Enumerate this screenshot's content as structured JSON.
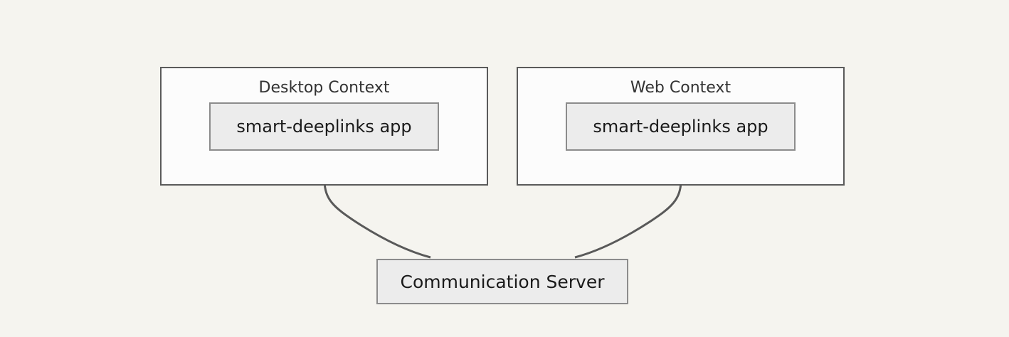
{
  "diagram": {
    "background_color": "#f5f4ef",
    "groups": [
      {
        "id": "desktop",
        "title": "Desktop Context",
        "node_label": "smart-deeplinks app"
      },
      {
        "id": "web",
        "title": "Web Context",
        "node_label": "smart-deeplinks app"
      }
    ],
    "server": {
      "label": "Communication Server"
    },
    "edges": [
      {
        "id": "desktop-to-server",
        "from": "desktop-app",
        "to": "communication-server",
        "style": "curved",
        "color": "#595959"
      },
      {
        "id": "web-to-server",
        "from": "web-app",
        "to": "communication-server",
        "style": "curved",
        "color": "#595959"
      }
    ],
    "colors": {
      "group_border": "#5a5a5a",
      "group_fill": "#fcfcfc",
      "node_border": "#8c8c8c",
      "node_fill": "#ececec",
      "title_text": "#333333",
      "node_text": "#1a1a1a",
      "edge": "#595959"
    }
  }
}
